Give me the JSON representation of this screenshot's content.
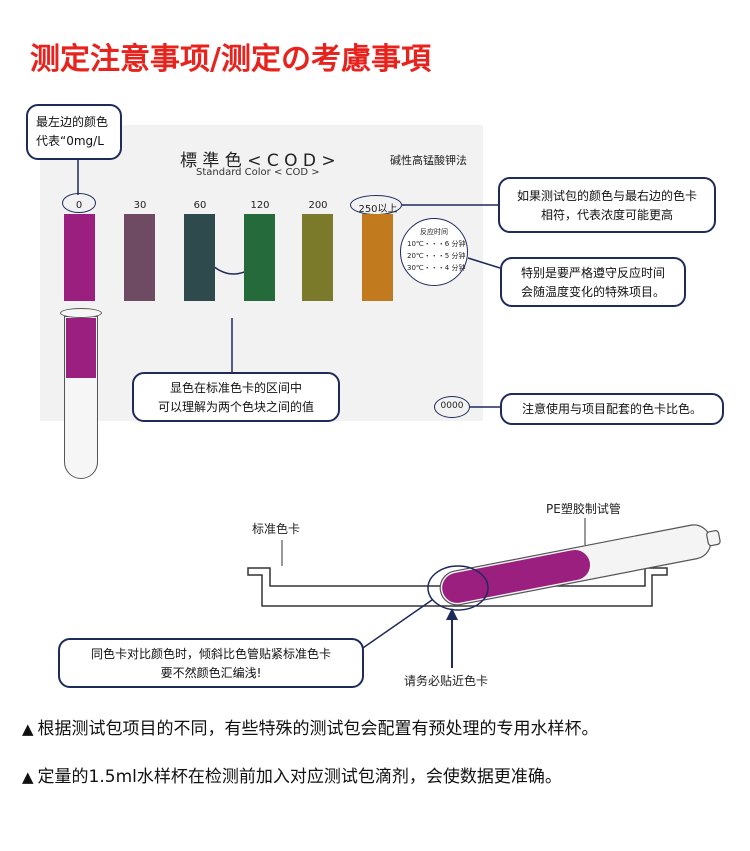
{
  "title": "测定注意事项/测定の考慮事項",
  "card": {
    "title_main": "標 準 色 < C O D >",
    "title_sub": "Standard Color < COD >",
    "method": "碱性高锰酸钾法",
    "swatches": [
      {
        "label": "0",
        "color": "#9b1f7f"
      },
      {
        "label": "30",
        "color": "#6e4a63"
      },
      {
        "label": "60",
        "color": "#2f4a4c"
      },
      {
        "label": "120",
        "color": "#246a3a"
      },
      {
        "label": "200",
        "color": "#7a7a2a"
      },
      {
        "label": "250以上",
        "color": "#c27a1f"
      }
    ],
    "reaction": {
      "title": "反应时间",
      "lines": [
        "10℃・・・6 分钟",
        "20℃・・・5 分钟",
        "30℃・・・4 分钟"
      ]
    },
    "code_oval": "0000"
  },
  "callouts": {
    "leftmost": [
      "最左边的颜色",
      "代表“0mg/L"
    ],
    "rightmost": [
      "如果测试包的颜色与最右边的色卡",
      "相符，代表浓度可能更高"
    ],
    "reaction_note": [
      "特别是要严格遵守反应时间",
      "会随温度变化的特殊项目。"
    ],
    "between": [
      "显色在标准色卡的区间中",
      "可以理解为两个色块之间的值"
    ],
    "matching": [
      "注意使用与项目配套的色卡比色。"
    ],
    "tilt": [
      "同色卡对比颜色时，倾斜比色管贴紧标准色卡",
      "要不然颜色汇编浅!"
    ]
  },
  "diagram": {
    "card_label": "标准色卡",
    "tube_label": "PE塑胶制试管",
    "press_label": "请务必贴近色卡"
  },
  "bullets": [
    "根据测试包项目的不同，有些特殊的测试包会配置有预处理的专用水样杯。",
    "定量的1.5ml水样杯在检测前加入对应测试包滴剂，会使数据更准确。"
  ],
  "colors": {
    "title": "#e8231e",
    "navy": "#1e2a5a",
    "magenta": "#9b1f7f",
    "card_bg": "#f2f2f2"
  }
}
